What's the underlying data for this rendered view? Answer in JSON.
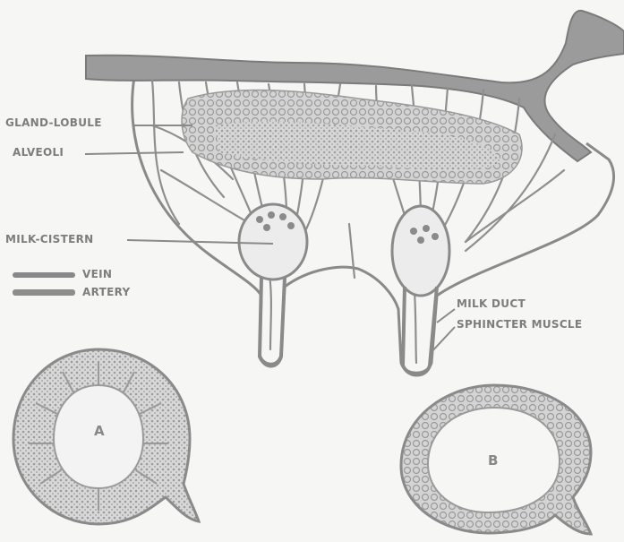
{
  "labels": {
    "gland_lobule": "GLAND-LOBULE",
    "alveoli": "ALVEOLI",
    "milk_cistern": "MILK-CISTERN",
    "vein": "VEIN",
    "artery": "ARTERY",
    "milk_duct": "MILK DUCT",
    "sphincter_muscle": "SPHINCTER MUSCLE",
    "section_a": "A",
    "section_b": "B"
  },
  "colors": {
    "background": "#f6f6f4",
    "ink": "#8a8a8a",
    "tissue_fill": "#cfcfcf",
    "label_text": "#7d7d7d"
  }
}
